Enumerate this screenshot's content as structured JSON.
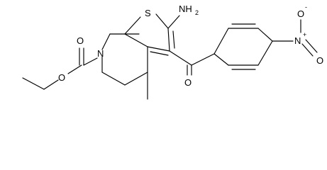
{
  "molecule": {
    "atoms": {
      "sulfur": "S",
      "amino_n": "NH",
      "amino_h_count": "2",
      "ring_nitrogen": "N",
      "ester_o_carbonyl": "O",
      "ester_o_ether": "O",
      "ketone_o": "O",
      "nitro_n": "N",
      "nitro_plus": "+",
      "nitro_o_single": "O",
      "nitro_minus": "-",
      "nitro_o_double": "O"
    }
  }
}
